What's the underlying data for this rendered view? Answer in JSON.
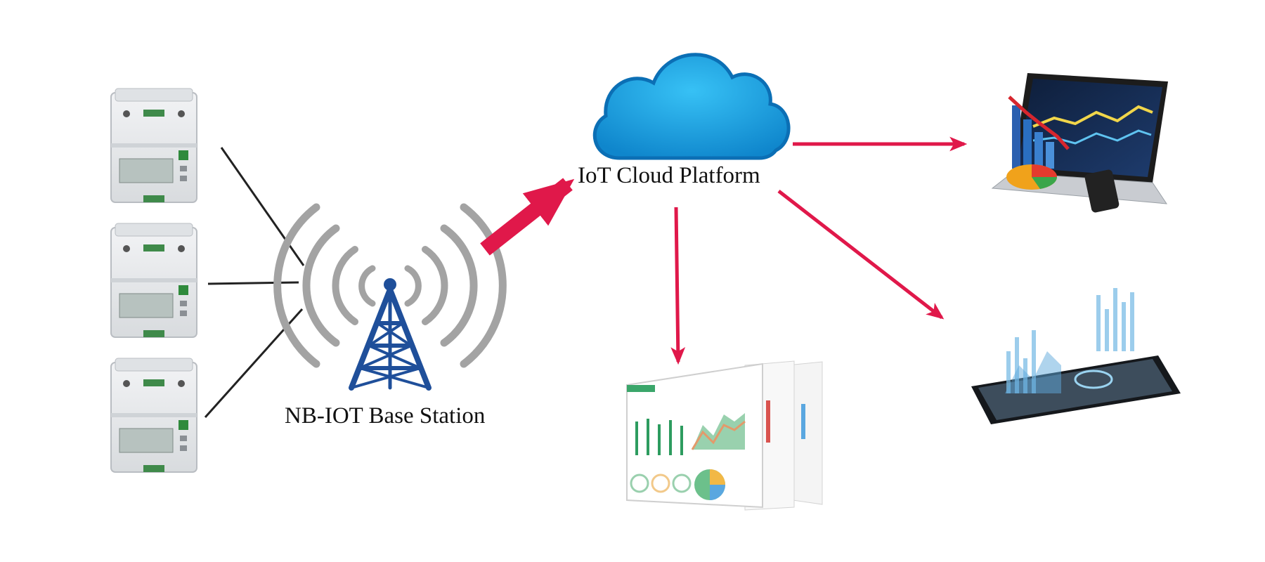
{
  "labels": {
    "cloud": "IoT Cloud Platform",
    "base_station": "NB-IOT Base Station"
  },
  "meters": [
    {
      "id": "meter-1"
    },
    {
      "id": "meter-2"
    },
    {
      "id": "meter-3"
    }
  ],
  "colors": {
    "arrow": "#e0184a",
    "cloud": "#1aa3e3",
    "cloud_edge": "#0b6fb5",
    "tower": "#1f4f9a",
    "wave": "#9a9a9a",
    "wire": "#222222",
    "meter_body": "#e6e8ea"
  },
  "icons": {
    "cloud": "cloud-icon",
    "tower": "radio-tower-icon",
    "laptop": "laptop-dashboard-icon",
    "dashboard": "web-dashboard-icon",
    "phone": "smartphone-hologram-icon",
    "meter": "energy-meter-icon"
  }
}
